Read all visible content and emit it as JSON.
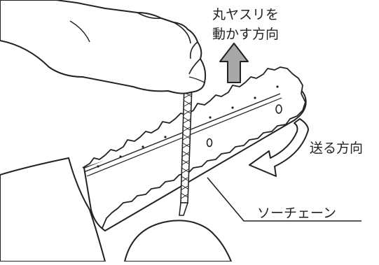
{
  "labels": {
    "file_direction_line1": "丸ヤスリを",
    "file_direction_line2": "動かす方向",
    "send_direction": "送る方向",
    "saw_chain": "ソーチェーン"
  },
  "colors": {
    "line": "#222222",
    "arrow_fill": "#a8a8a8",
    "background": "#ffffff"
  }
}
